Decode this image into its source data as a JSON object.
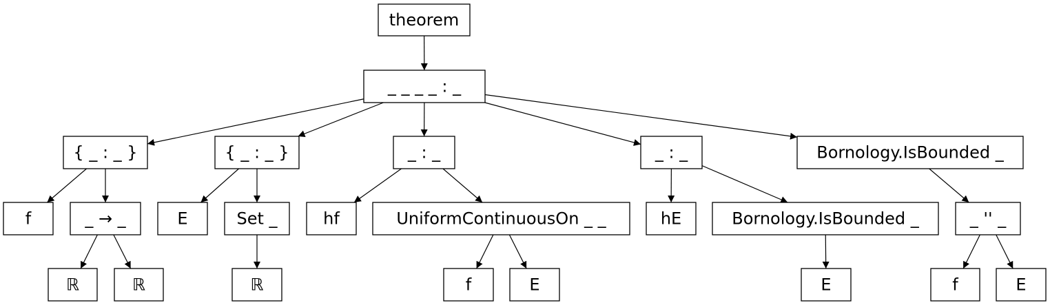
{
  "nodes": {
    "root": "theorem",
    "decl": "_ _ _ _ : _",
    "binder1": "{ _ : _ }",
    "binder2": "{ _ : _ }",
    "hyp1": "_ : _",
    "hyp2": "_ : _",
    "concl": "Bornology.IsBounded _",
    "f1": "f",
    "arrow": "_ → _",
    "E1": "E",
    "set": "Set _",
    "hf": "hf",
    "uco": "UniformContinuousOn _ _",
    "hE": "hE",
    "bnd2": "Bornology.IsBounded _",
    "image": "_ '' _",
    "R1": "ℝ",
    "R2": "ℝ",
    "R3": "ℝ",
    "f2": "f",
    "E2": "E",
    "E3": "E",
    "f3": "f",
    "E4": "E"
  },
  "edges": [
    [
      "root",
      "decl"
    ],
    [
      "decl",
      "binder1"
    ],
    [
      "decl",
      "binder2"
    ],
    [
      "decl",
      "hyp1"
    ],
    [
      "decl",
      "hyp2"
    ],
    [
      "decl",
      "concl"
    ],
    [
      "binder1",
      "f1"
    ],
    [
      "binder1",
      "arrow"
    ],
    [
      "binder2",
      "E1"
    ],
    [
      "binder2",
      "set"
    ],
    [
      "hyp1",
      "hf"
    ],
    [
      "hyp1",
      "uco"
    ],
    [
      "hyp2",
      "hE"
    ],
    [
      "hyp2",
      "bnd2"
    ],
    [
      "concl",
      "image"
    ],
    [
      "arrow",
      "R1"
    ],
    [
      "arrow",
      "R2"
    ],
    [
      "set",
      "R3"
    ],
    [
      "uco",
      "f2"
    ],
    [
      "uco",
      "E2"
    ],
    [
      "bnd2",
      "E3"
    ],
    [
      "image",
      "f3"
    ],
    [
      "image",
      "E4"
    ]
  ]
}
